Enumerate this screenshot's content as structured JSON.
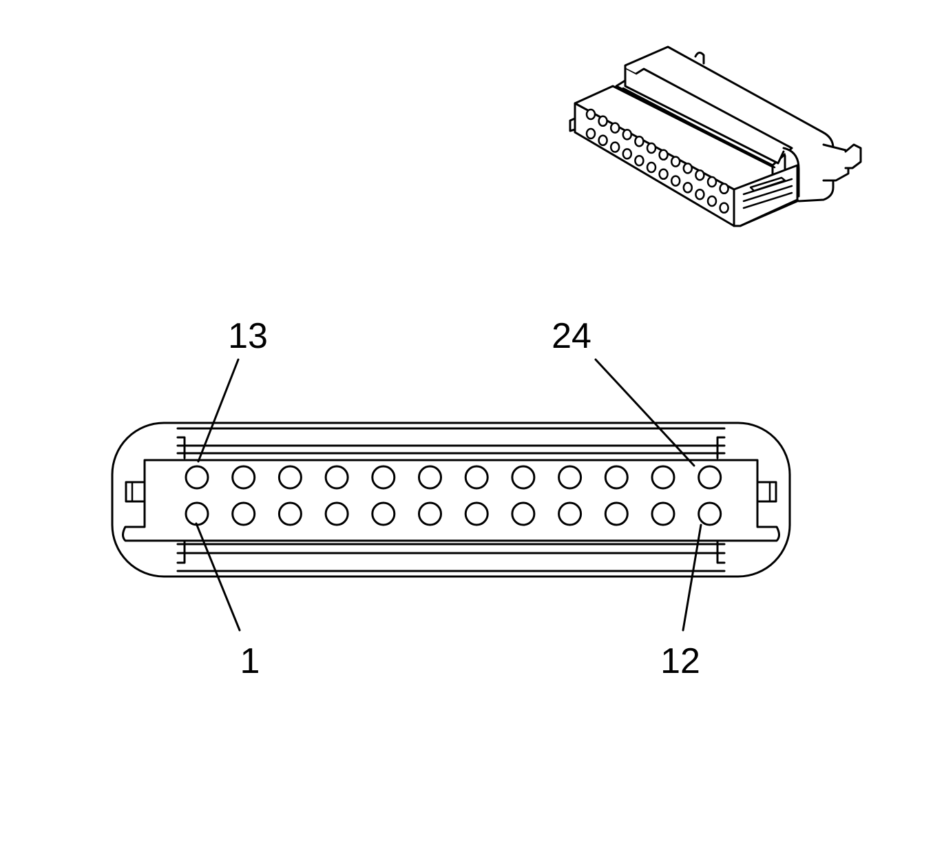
{
  "diagram": {
    "pin_rows": 2,
    "pins_per_row": 12,
    "callouts": [
      {
        "id": "c13",
        "text": "13"
      },
      {
        "id": "c24",
        "text": "24"
      },
      {
        "id": "c1",
        "text": "1"
      },
      {
        "id": "c12",
        "text": "12"
      }
    ]
  }
}
